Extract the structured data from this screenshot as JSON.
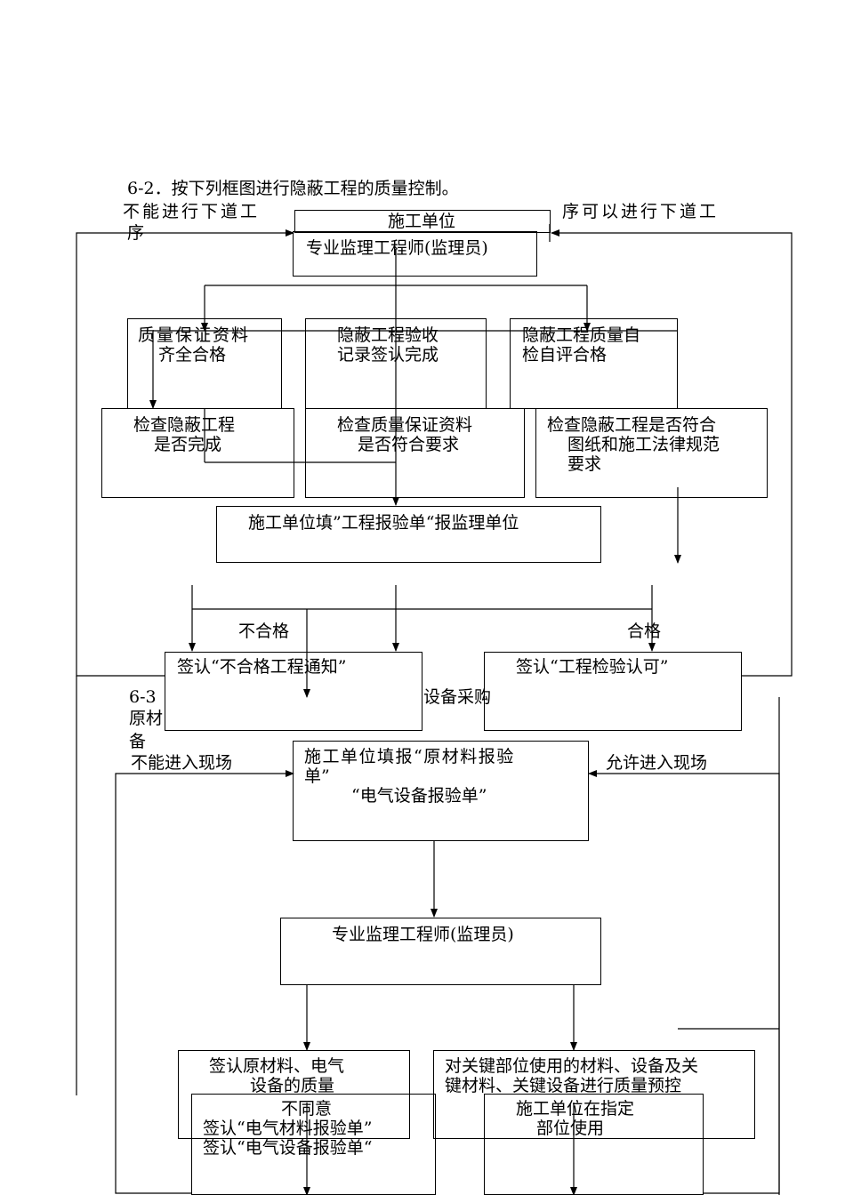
{
  "heading_62": "6-2．按下列框图进行隐蔽工程的质量控制。",
  "left_note_1": "不能进行下道工",
  "left_note_2": "序",
  "right_note": "序可以进行下道工",
  "contractor": "施工单位",
  "supervisor": "专业监理工程师(监理员)",
  "box_quality_docs": [
    "质量保证资料",
    "齐全合格"
  ],
  "box_acceptance_record": [
    "隐蔽工程验收",
    "记录签认完成"
  ],
  "box_self_check": [
    "隐蔽工程质量自",
    "检自评合格"
  ],
  "box_check_complete": [
    "检查隐蔽工程",
    "是否完成"
  ],
  "box_check_docs": [
    "检查质量保证资料",
    "是否符合要求"
  ],
  "box_check_compliance": [
    "检查隐蔽工程是否符合",
    "图纸和施工法律规范",
    "要求"
  ],
  "box_report_form": "施工单位填”工程报验单“报监理单位",
  "label_fail": "不合格",
  "label_pass": "合格",
  "box_fail_notice": "签认“不合格工程通知”",
  "box_approval": "签认“工程检验认可”",
  "heading_63_fragment": [
    "6-3",
    "原材",
    "备"
  ],
  "heading_63_tail": "设备采购",
  "label_no_entry": "不能进入现场",
  "label_allow_entry": "允许进入现场",
  "box_material_report": [
    "施工单位填报“原材料报验",
    "单”",
    "“电气设备报验单”"
  ],
  "supervisor_2": "专业监理工程师(监理员)",
  "box_sign_material": [
    "签认原材料、电气",
    "设备的质量"
  ],
  "box_key_control": [
    "对关键部位使用的材料、设备及关",
    "键材料、关键设备进行质量预控"
  ],
  "box_disagree": [
    "不同意",
    "签认“电气材料报验单”",
    "签认“电气设备报验单“"
  ],
  "box_designated_use": [
    "施工单位在指定",
    "部位使用"
  ]
}
